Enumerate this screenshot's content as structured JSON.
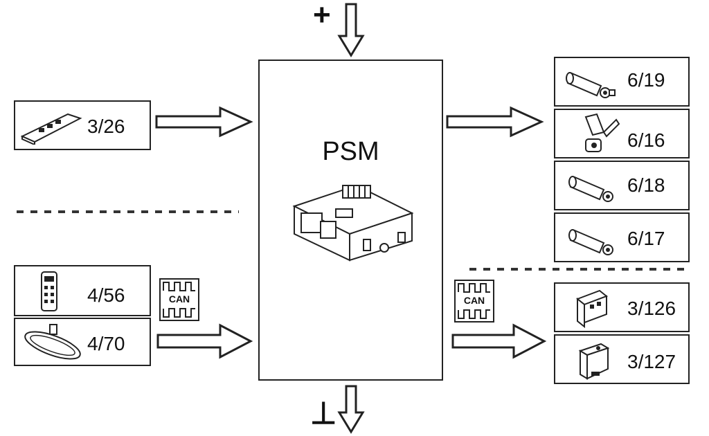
{
  "center": {
    "title": "PSM"
  },
  "power_symbol": "+",
  "ground_symbol": "⊥",
  "can_label": "CAN",
  "inputs_top": [
    {
      "label": "3/26",
      "icon": "keypad-icon"
    }
  ],
  "inputs_bottom": [
    {
      "label": "4/56",
      "icon": "remote-icon"
    },
    {
      "label": "4/70",
      "icon": "mirror-icon"
    }
  ],
  "outputs_top": [
    {
      "label": "6/19",
      "icon": "actuator-icon"
    },
    {
      "label": "6/16",
      "icon": "motor-bracket-icon"
    },
    {
      "label": "6/18",
      "icon": "actuator-icon"
    },
    {
      "label": "6/17",
      "icon": "actuator-icon"
    }
  ],
  "outputs_bottom": [
    {
      "label": "3/126",
      "icon": "sensor-icon"
    },
    {
      "label": "3/127",
      "icon": "sensor-icon"
    }
  ]
}
